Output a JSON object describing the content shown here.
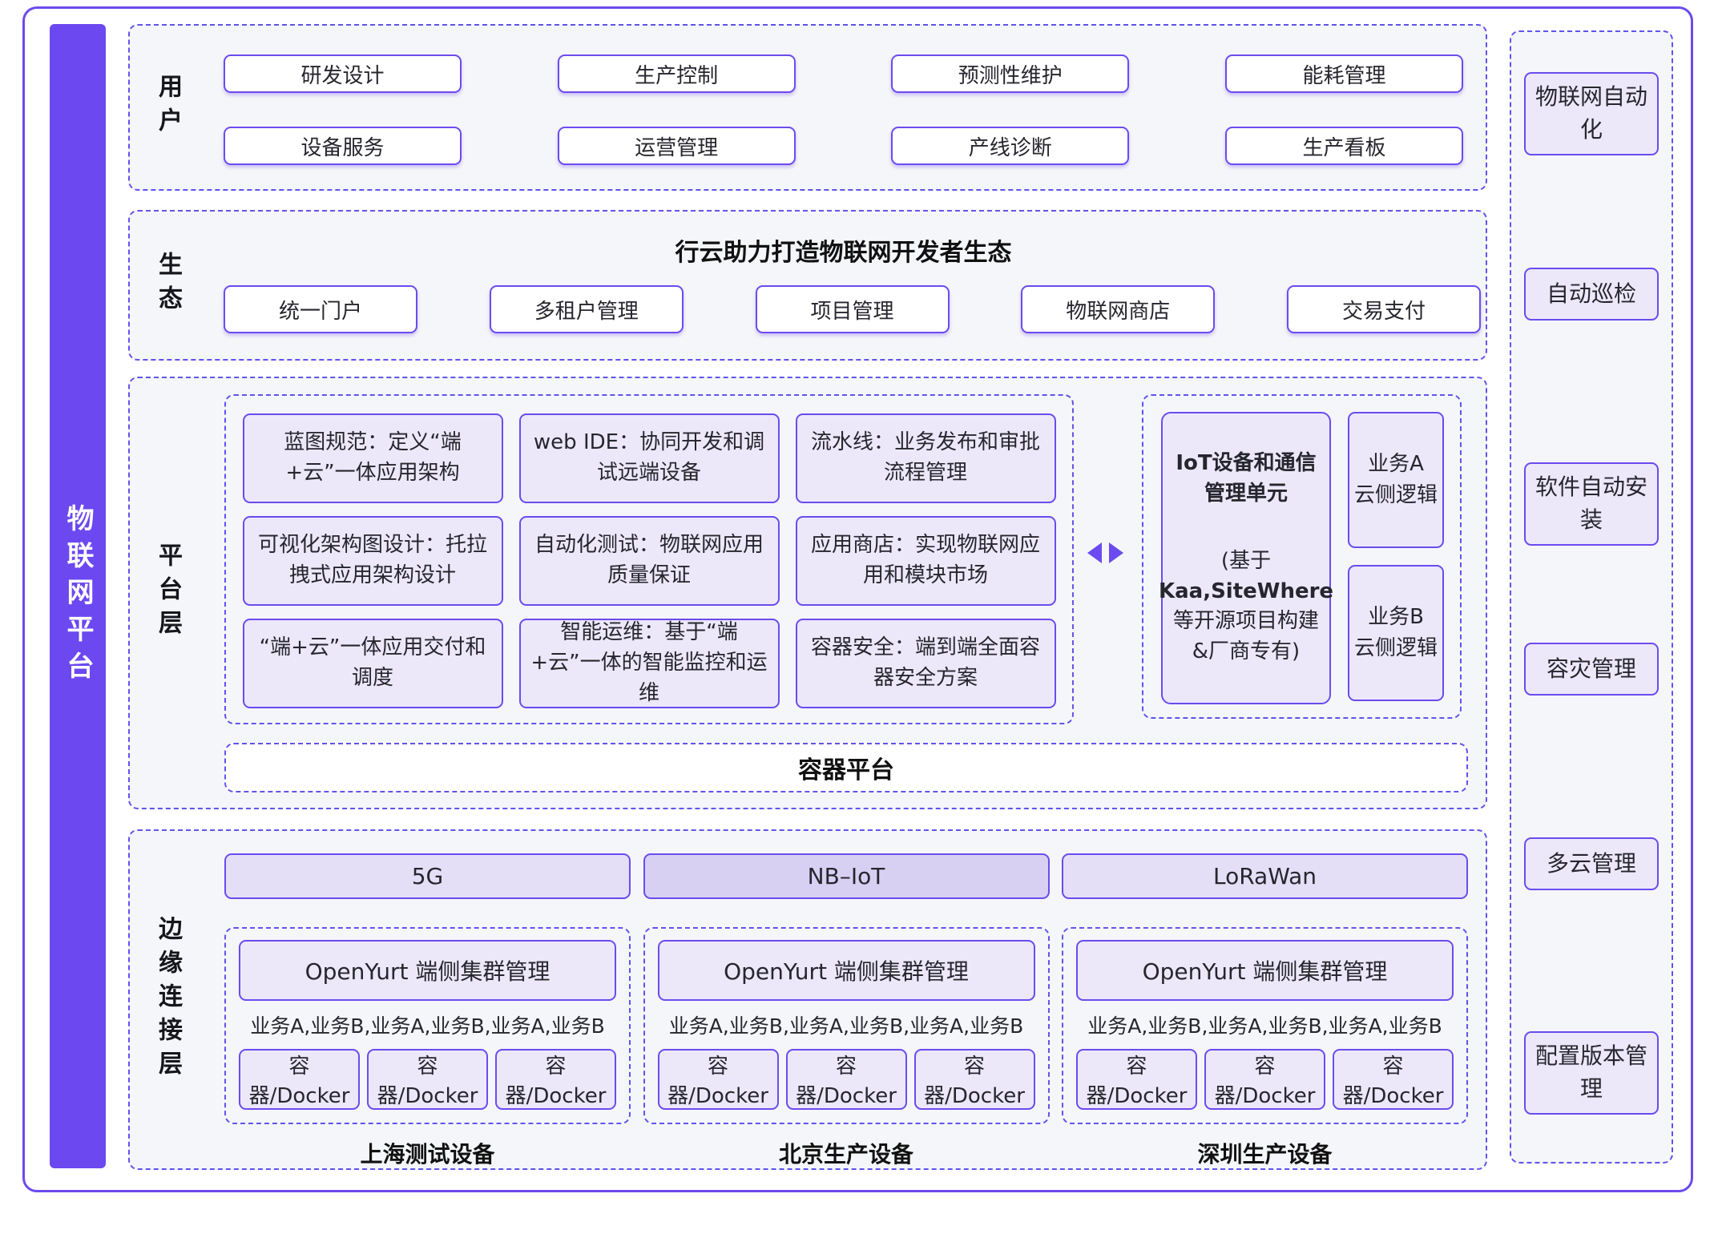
{
  "colors": {
    "accent": "#6B4BEF",
    "dashed_border": "#6153EC",
    "box_fill_lavender": "#ECE8FA",
    "network_fill": "#E4DFF7",
    "nbiot_fill": "#D8D0F3",
    "sidebar_fill": "#6C48F0",
    "section_background": "#F5F6F9"
  },
  "left_bar": {
    "label": "物联网平台"
  },
  "sections": {
    "user": {
      "label": "用户",
      "boxes": [
        "研发设计",
        "生产控制",
        "预测性维护",
        "能耗管理",
        "设备服务",
        "运营管理",
        "产线诊断",
        "生产看板"
      ]
    },
    "eco": {
      "label": "生态",
      "title": "行云助力打造物联网开发者生态",
      "boxes": [
        "统一门户",
        "多租户管理",
        "项目管理",
        "物联网商店",
        "交易支付"
      ]
    },
    "platform": {
      "label": "平台层",
      "boxes": [
        "蓝图规范：定义“端+云”一体应用架构",
        "web IDE：协同开发和调试远端设备",
        "流水线：业务发布和审批流程管理",
        "可视化架构图设计：托拉拽式应用架构设计",
        "自动化测试：物联网应用质量保证",
        "应用商店：实现物联网应用和模块市场",
        "“端+云”一体应用交付和调度",
        "智能运维：基于“端+云”一体的智能监控和运维",
        "容器安全：端到端全面容器安全方案"
      ],
      "iot_unit": {
        "title": "IoT设备和通信管理单元",
        "sub_lines": [
          "(基于",
          "Kaa,SiteWhere",
          "等开源项目构建",
          "&厂商专有)"
        ],
        "side_boxes": [
          {
            "line1": "业务A",
            "line2": "云侧逻辑"
          },
          {
            "line1": "业务B",
            "line2": "云侧逻辑"
          }
        ]
      },
      "container_platform": "容器平台"
    },
    "edge": {
      "label": "边缘连接层",
      "networks": [
        "5G",
        "NB–IoT",
        "LoRaWan"
      ],
      "groups": [
        {
          "cluster": "OpenYurt 端侧集群管理",
          "services": "业务A,业务B,业务A,业务B,业务A,业务B",
          "containers": [
            "容器/Docker",
            "容器/Docker",
            "容器/Docker"
          ],
          "device": "上海测试设备"
        },
        {
          "cluster": "OpenYurt 端侧集群管理",
          "services": "业务A,业务B,业务A,业务B,业务A,业务B",
          "containers": [
            "容器/Docker",
            "容器/Docker",
            "容器/Docker"
          ],
          "device": "北京生产设备"
        },
        {
          "cluster": "OpenYurt 端侧集群管理",
          "services": "业务A,业务B,业务A,业务B,业务A,业务B",
          "containers": [
            "容器/Docker",
            "容器/Docker",
            "容器/Docker"
          ],
          "device": "深圳生产设备"
        }
      ]
    }
  },
  "right_rail": {
    "items": [
      "物联网自动化",
      "自动巡检",
      "软件自动安装",
      "容灾管理",
      "多云管理",
      "配置版本管理"
    ]
  }
}
